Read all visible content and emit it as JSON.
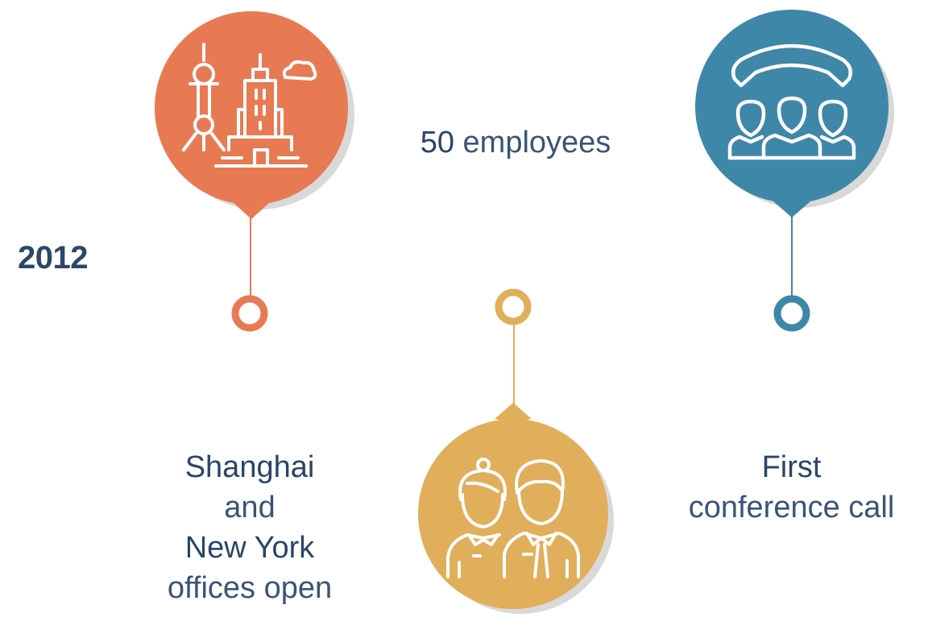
{
  "year": "2012",
  "employees": {
    "number": "50",
    "label": "employees"
  },
  "offices": {
    "line1": "Shanghai",
    "line2": "and",
    "line3": "New York",
    "line4": "offices open"
  },
  "conference": {
    "line1": "First",
    "line2": "conference call"
  },
  "colors": {
    "orange": "#e87a53",
    "yellow": "#e1ae5b",
    "blue": "#3f87a8",
    "shadow": "#d8d8d8",
    "text": "#2c4767"
  },
  "icons": {
    "orange_pin": "city-skyline-icon",
    "yellow_pin": "team-people-icon",
    "blue_pin": "conference-call-icon"
  }
}
